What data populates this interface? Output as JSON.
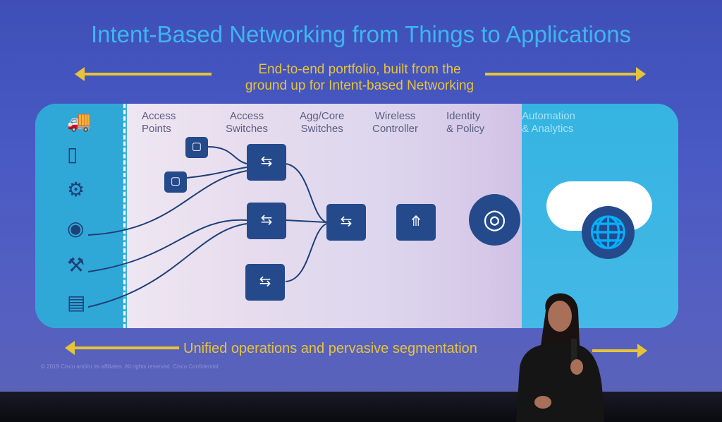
{
  "slide": {
    "title": "Intent-Based Networking from Things to Applications",
    "subtitle_line1": "End-to-end portfolio, built from the",
    "subtitle_line2": "ground up for Intent-based Networking",
    "bottom_text": "Unified operations and pervasive segmentation",
    "copyright": "© 2019  Cisco and/or its affiliates. All rights reserved.   Cisco Confidential",
    "columns": [
      {
        "line1": "Access",
        "line2": "Points"
      },
      {
        "line1": "Access",
        "line2": "Switches"
      },
      {
        "line1": "Agg/Core",
        "line2": "Switches"
      },
      {
        "line1": "Wireless",
        "line2": "Controller"
      },
      {
        "line1": "Identity",
        "line2": "& Policy"
      },
      {
        "line1": "Automation",
        "line2": "& Analytics"
      }
    ],
    "things": [
      "truck-icon",
      "tablet-icon",
      "valve-icon",
      "camera-icon",
      "robot-arm-icon",
      "server-icon"
    ],
    "colors": {
      "title": "#3db6ee",
      "accent": "#e6c43a",
      "device": "#244a8c",
      "teal": "#35b4e2"
    }
  }
}
